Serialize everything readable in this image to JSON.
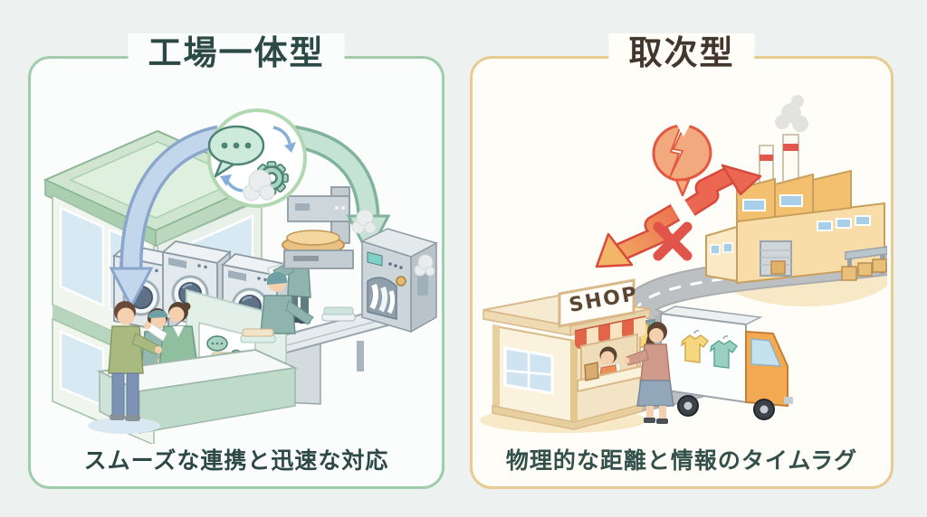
{
  "page": {
    "background": "#edf2f1"
  },
  "left_panel": {
    "title": "工場一体型",
    "caption": "スムーズな連携と迅速な対応",
    "border_color": "#9fccab",
    "title_color": "#2c4945",
    "caption_color": "#2c4945",
    "icons": [
      "speech-bubble-gear-icon",
      "cycle-arrows-icon",
      "curved-arrow-down-left",
      "curved-arrow-down-right",
      "steam-icon"
    ],
    "scene": "統合された店舗と工場：受付カウンター、洗濯機、プレス機、コンベア、仕上げ機"
  },
  "right_panel": {
    "title": "取次型",
    "caption": "物理的な距離と情報のタイムラグ",
    "border_color": "#e7cb90",
    "title_color": "#43362c",
    "caption_color": "#33504b",
    "shop_sign": "SHOP",
    "icons": [
      "broken-speech-bubble-icon",
      "broken-zigzag-arrow-icon",
      "x-mark-icon",
      "smoke-icon"
    ],
    "scene": "取次店と遠い工場：SHOP、客、衣類を積んだトラック、曲がりくねった道路、煙突のある工場"
  }
}
